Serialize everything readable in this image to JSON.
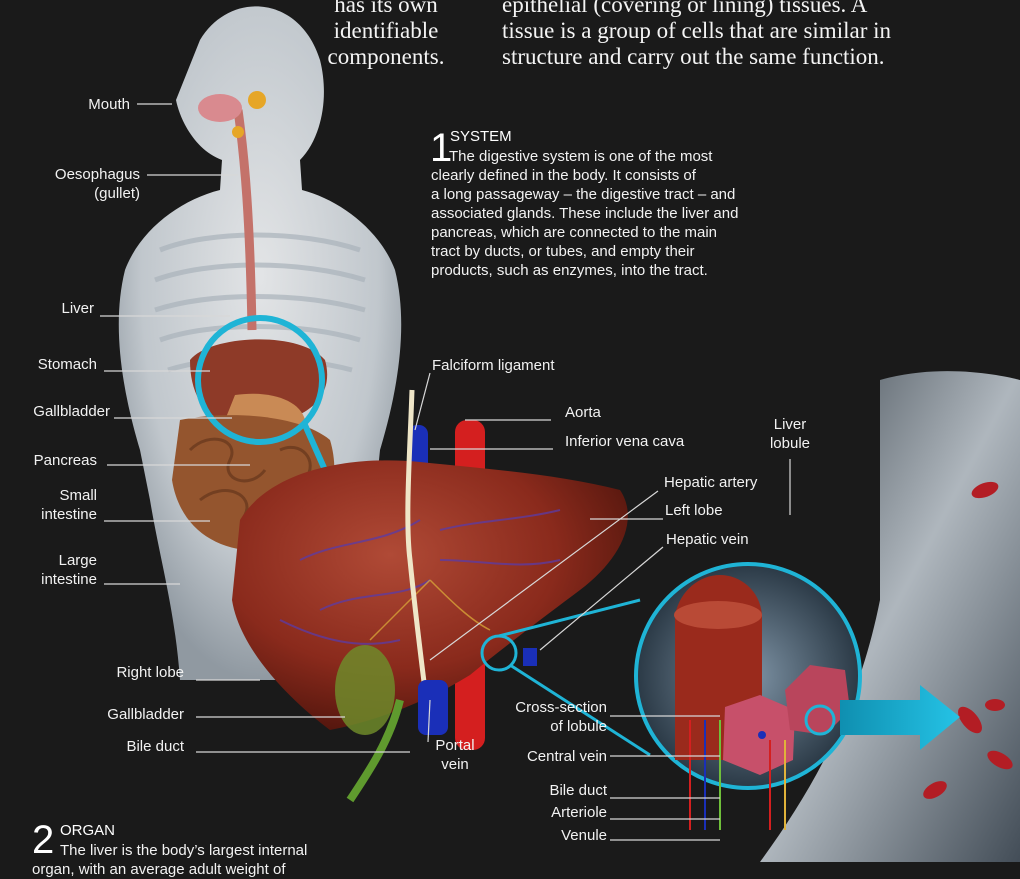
{
  "intro": {
    "left_lines": [
      "has its own",
      "identifiable",
      "components."
    ],
    "right_lines": [
      "epithelial (covering or lining) tissues. A",
      "tissue is a group of cells that are similar in",
      "structure and carry out the same function."
    ]
  },
  "system": {
    "number": "1",
    "heading": "SYSTEM",
    "lines": [
      "The digestive system is one of the most",
      "clearly defined in the body. It consists of",
      "a long passageway – the digestive tract – and",
      "associated glands. These include the liver and",
      "pancreas, which are connected to the main",
      "tract by ducts, or tubes, and empty their",
      "products, such as enzymes, into the tract."
    ]
  },
  "organ": {
    "number": "2",
    "heading": "ORGAN",
    "lines": [
      "The liver is the body’s largest internal",
      "organ, with an average adult weight of"
    ]
  },
  "body_labels": {
    "mouth": "Mouth",
    "oesophagus": [
      "Oesophagus",
      "(gullet)"
    ],
    "liver": "Liver",
    "stomach": "Stomach",
    "gallbladder": "Gallbladder",
    "pancreas": "Pancreas",
    "small_intestine": [
      "Small",
      "intestine"
    ],
    "large_intestine": [
      "Large",
      "intestine"
    ]
  },
  "liver_labels": {
    "falciform": "Falciform ligament",
    "aorta": "Aorta",
    "ivc": "Inferior vena cava",
    "hepatic_artery": "Hepatic artery",
    "left_lobe": "Left lobe",
    "hepatic_vein": "Hepatic vein",
    "right_lobe": "Right lobe",
    "gallbladder": "Gallbladder",
    "bile_duct": "Bile duct",
    "portal_vein": [
      "Portal",
      "vein"
    ],
    "liver_lobule": [
      "Liver",
      "lobule"
    ]
  },
  "lobule_labels": {
    "cross_section": [
      "Cross-section",
      "of lobule"
    ],
    "central_vein": "Central vein",
    "bile_duct": "Bile duct",
    "arteriole": "Arteriole",
    "venule": "Venule"
  },
  "colors": {
    "background": "#1a1a1a",
    "accent_cyan": "#1fb4d6",
    "liver_red": "#8c2a1e",
    "aorta_red": "#d41f1f",
    "vena_blue": "#1a2fb8",
    "gall_green": "#5f9a2e"
  }
}
